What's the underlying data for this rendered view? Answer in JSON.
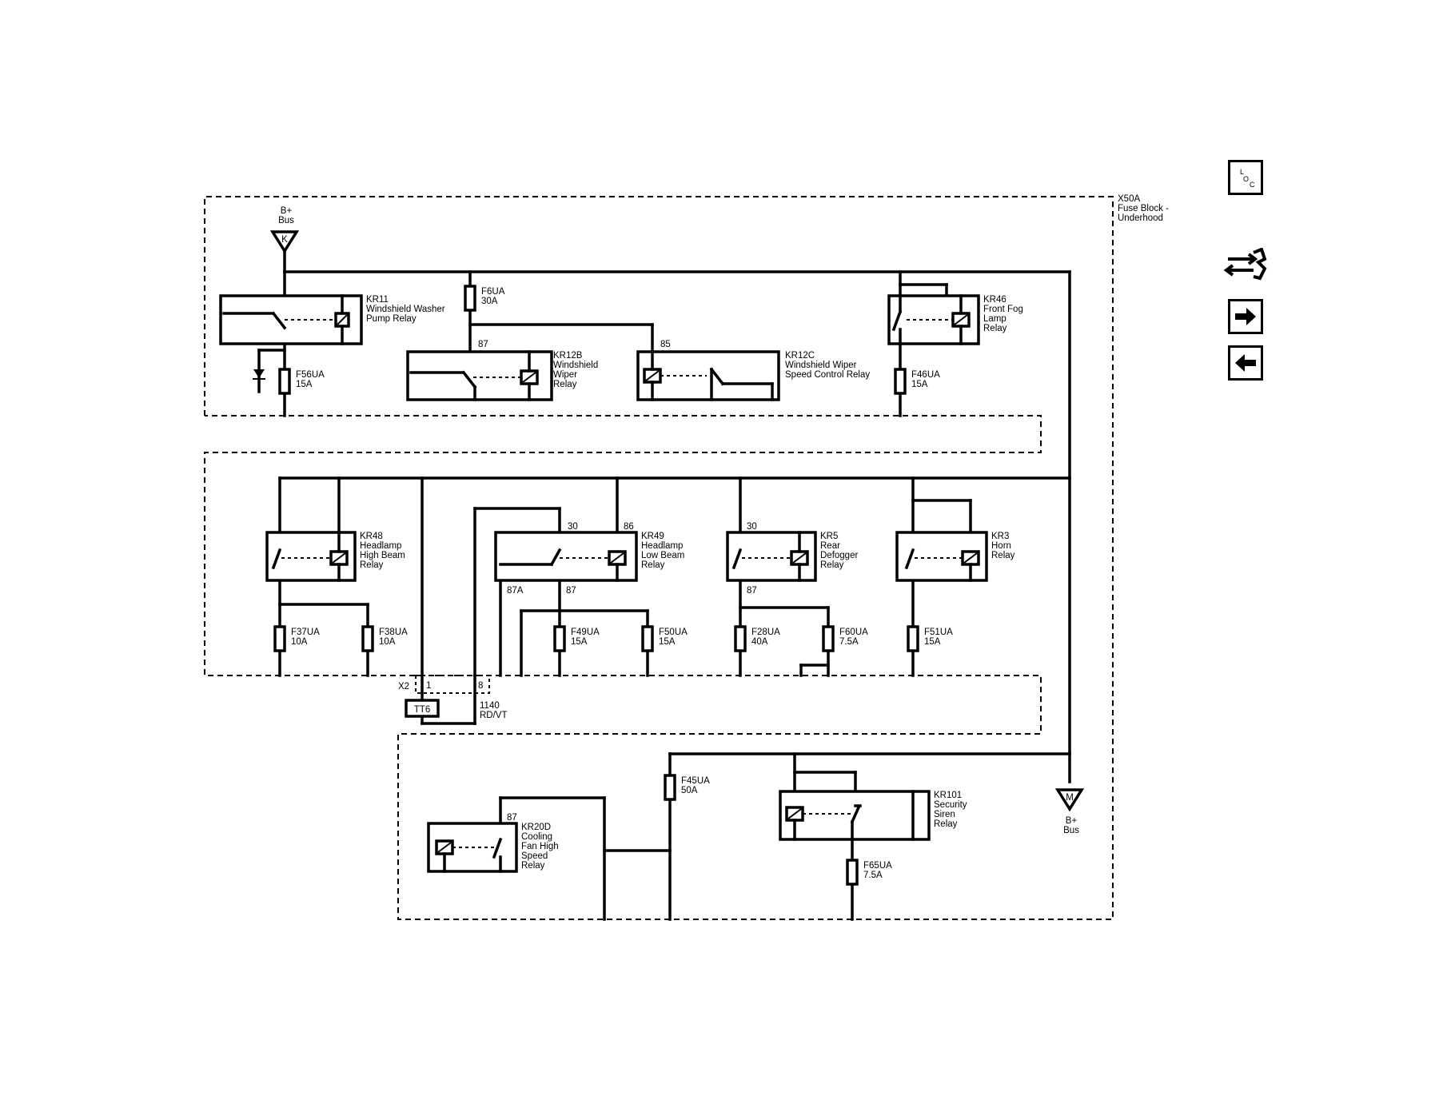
{
  "enclosure": {
    "id": "X50A",
    "name_line1": "Fuse Block -",
    "name_line2": "Underhood"
  },
  "terminals": {
    "top": {
      "letter": "K",
      "line1": "B+",
      "line2": "Bus"
    },
    "bottom": {
      "letter": "M",
      "line1": "B+",
      "line2": "Bus"
    }
  },
  "relays": {
    "kr11": {
      "id": "KR11",
      "lines": [
        "Windshield Washer",
        "Pump Relay"
      ]
    },
    "kr12b": {
      "id": "KR12B",
      "lines": [
        "Windshield",
        "Wiper",
        "Relay"
      ],
      "pin": "87"
    },
    "kr12c": {
      "id": "KR12C",
      "lines": [
        "Windshield Wiper",
        "Speed Control Relay"
      ],
      "pin": "85"
    },
    "kr46": {
      "id": "KR46",
      "lines": [
        "Front Fog",
        "Lamp",
        "Relay"
      ]
    },
    "kr48": {
      "id": "KR48",
      "lines": [
        "Headlamp",
        "High Beam",
        "Relay"
      ]
    },
    "kr49": {
      "id": "KR49",
      "lines": [
        "Headlamp",
        "Low Beam",
        "Relay"
      ],
      "pin30": "30",
      "pin86": "86",
      "pin87a": "87A",
      "pin87": "87"
    },
    "kr5": {
      "id": "KR5",
      "lines": [
        "Rear",
        "Defogger",
        "Relay"
      ],
      "pin30": "30",
      "pin87": "87"
    },
    "kr3": {
      "id": "KR3",
      "lines": [
        "Horn",
        "Relay"
      ]
    },
    "kr20d": {
      "id": "KR20D",
      "lines": [
        "Cooling",
        "Fan High",
        "Speed",
        "Relay"
      ],
      "pin": "87"
    },
    "kr101": {
      "id": "KR101",
      "lines": [
        "Security",
        "Siren",
        "Relay"
      ]
    }
  },
  "fuses": {
    "f6": {
      "id": "F6UA",
      "rating": "30A"
    },
    "f56": {
      "id": "F56UA",
      "rating": "15A"
    },
    "f46": {
      "id": "F46UA",
      "rating": "15A"
    },
    "f37": {
      "id": "F37UA",
      "rating": "10A"
    },
    "f38": {
      "id": "F38UA",
      "rating": "10A"
    },
    "f49": {
      "id": "F49UA",
      "rating": "15A"
    },
    "f50": {
      "id": "F50UA",
      "rating": "15A"
    },
    "f28": {
      "id": "F28UA",
      "rating": "40A"
    },
    "f60": {
      "id": "F60UA",
      "rating": "7.5A"
    },
    "f51": {
      "id": "F51UA",
      "rating": "15A"
    },
    "f45": {
      "id": "F45UA",
      "rating": "50A"
    },
    "f65": {
      "id": "F65UA",
      "rating": "7.5A"
    }
  },
  "connector": {
    "id": "X2",
    "pin1": "1",
    "pin8": "8",
    "testpoint": "TT6",
    "circuit": "1140",
    "wire_color": "RD/VT"
  },
  "nav": {
    "loc_l": "L",
    "loc_o": "O",
    "loc_c": "C",
    "loc_icon": "location-view-icon",
    "connector_icon": "connector-view-icon",
    "next_icon": "arrow-right-icon",
    "prev_icon": "arrow-left-icon"
  }
}
